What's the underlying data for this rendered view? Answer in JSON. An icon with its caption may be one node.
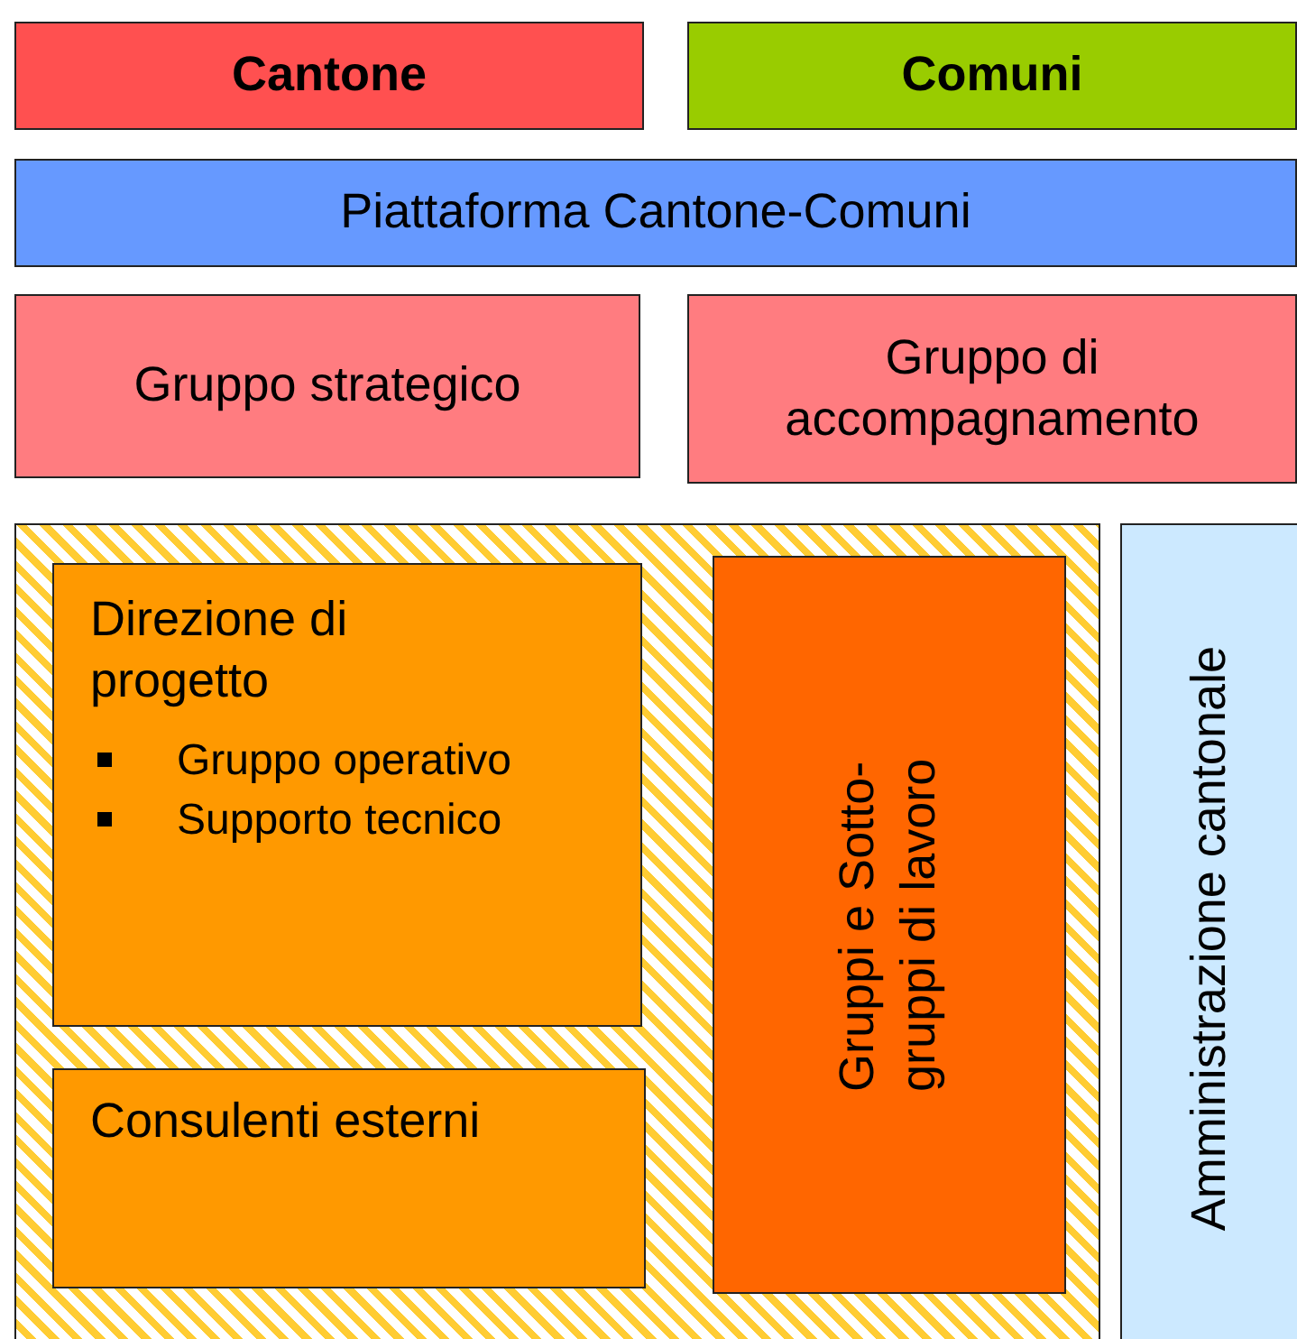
{
  "diagram": {
    "nodes": [
      {
        "text": [
          "Cantone"
        ]
      },
      {
        "text": [
          "Comuni"
        ]
      },
      {
        "text": [
          "Piattaforma Cantone-Comuni"
        ]
      },
      {
        "text": [
          "Gruppo strategico"
        ]
      },
      {
        "text": [
          "Gruppo di accompagnamento"
        ]
      },
      {
        "text": [],
        "shape": "box"
      },
      {
        "text": [
          "Direzione di progetto",
          "Gruppo operativo",
          "Supporto tecnico"
        ],
        "in": 5
      },
      {
        "text": [
          "Consulenti esterni"
        ],
        "in": 5
      },
      {
        "text": [
          "Gruppi e Sotto-gruppi di lavoro"
        ],
        "in": 5
      },
      {
        "text": [
          "Amministrazione cantonale"
        ]
      }
    ],
    "edges": []
  }
}
